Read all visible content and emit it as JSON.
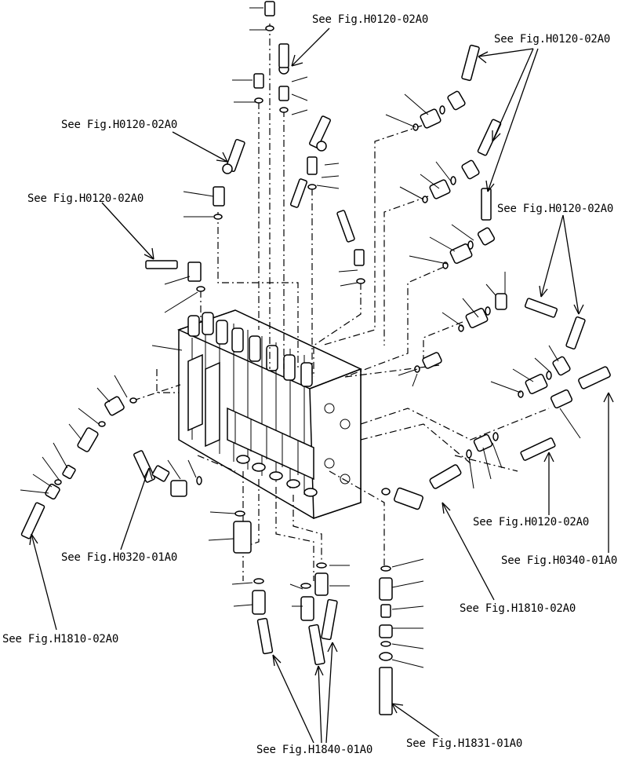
{
  "references": {
    "r1": "See Fig.H0120-02A0",
    "r2": "See Fig.H0120-02A0",
    "r3": "See Fig.H0120-02A0",
    "r4": "See Fig.H0120-02A0",
    "r5": "See Fig.H0120-02A0",
    "r6": "See Fig.H0120-02A0",
    "r7": "See Fig.H0320-01A0",
    "r8": "See Fig.H0340-01A0",
    "r9": "See Fig.H1810-02A0",
    "r10": "See Fig.H1810-02A0",
    "r11": "See Fig.H1840-01A0",
    "r12": "See Fig.H1831-01A0"
  }
}
